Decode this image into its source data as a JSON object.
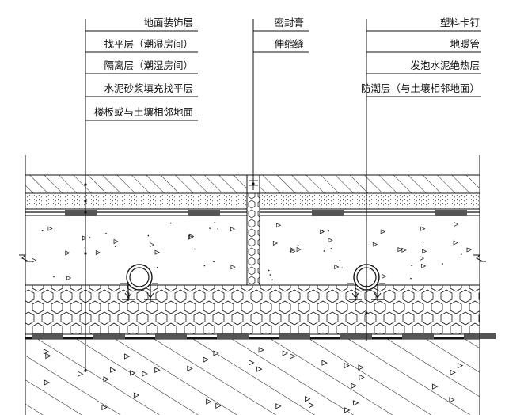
{
  "left_labels": [
    "地面装饰层",
    "找平层（潮湿房间）",
    "隔离层（潮湿房间）",
    "水泥砂浆填充找平层",
    "楼板或与土壤相邻地面"
  ],
  "middle_labels": [
    "密封膏",
    "伸缩缝"
  ],
  "right_labels": [
    "塑料卡钉",
    "地暖管",
    "发泡水泥绝热层",
    "防潮层（与土壤相邻地面）"
  ],
  "colors": {
    "line": "#111111",
    "strip": "#555555",
    "background": "#ffffff"
  }
}
